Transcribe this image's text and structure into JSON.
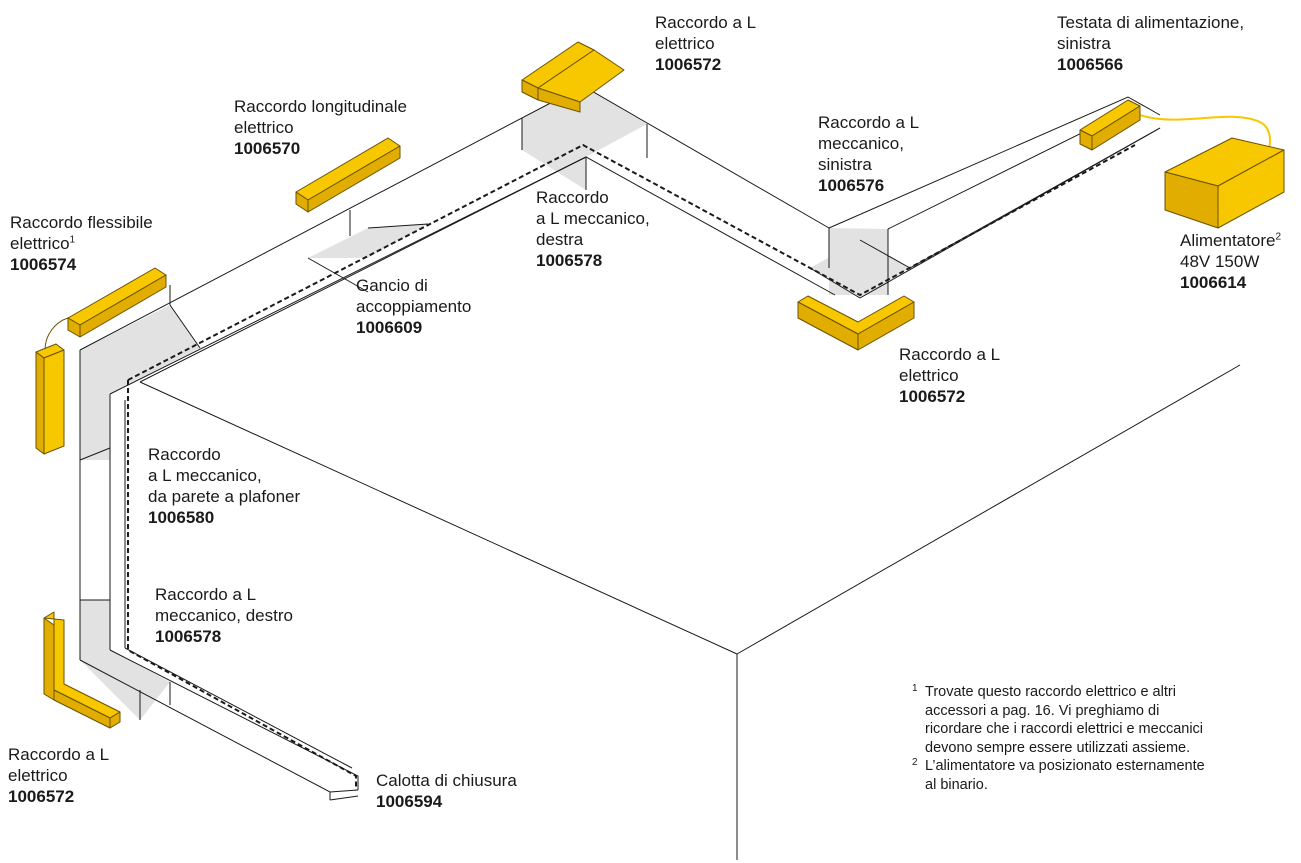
{
  "colors": {
    "accent": "#F7C700",
    "accent_outline": "#6b5200",
    "line": "#1a1a1a",
    "connector_fill": "#e2e2e2"
  },
  "labels": {
    "l_top_electric": {
      "lines": [
        "Raccordo a L",
        "elettrico"
      ],
      "code": "1006572"
    },
    "longitudinal": {
      "lines": [
        "Raccordo longitudinale",
        "elettrico"
      ],
      "code": "1006570"
    },
    "flexible": {
      "lines": [
        "Raccordo flessibile",
        "elettrico"
      ],
      "sup": "1",
      "code": "1006574"
    },
    "coupling": {
      "lines": [
        "Gancio di",
        "accoppiamento"
      ],
      "code": "1006609"
    },
    "l_mech_right_top": {
      "lines": [
        "Raccordo",
        "a L meccanico,",
        "destra"
      ],
      "code": "1006578"
    },
    "l_mech_left": {
      "lines": [
        "Raccordo a L",
        "meccanico,",
        "sinistra"
      ],
      "code": "1006576"
    },
    "feed_head": {
      "lines": [
        "Testata di alimentazione,",
        "sinistra"
      ],
      "code": "1006566"
    },
    "psu": {
      "lines": [
        "Alimentatore",
        "48V 150W"
      ],
      "sup": "2",
      "code": "1006614"
    },
    "l_electric_mid": {
      "lines": [
        "Raccordo a L",
        "elettrico"
      ],
      "code": "1006572"
    },
    "wall_ceiling": {
      "lines": [
        "Raccordo",
        "a L meccanico,",
        "da parete a plafoner"
      ],
      "code": "1006580"
    },
    "l_mech_right_bottom": {
      "lines": [
        "Raccordo a L",
        "meccanico, destro"
      ],
      "code": "1006578"
    },
    "l_electric_bottom": {
      "lines": [
        "Raccordo a L",
        "elettrico"
      ],
      "code": "1006572"
    },
    "end_cap": {
      "lines": [
        "Calotta di chiusura"
      ],
      "code": "1006594"
    }
  },
  "notes": [
    {
      "num": "1",
      "lines": [
        "Trovate questo raccordo elettrico e altri",
        "accessori a pag. 16. Vi preghiamo di",
        "ricordare che i raccordi elettrici e meccanici",
        "devono sempre essere utilizzati assieme."
      ]
    },
    {
      "num": "2",
      "lines": [
        "L’alimentatore va posizionato esternamente",
        "al binario."
      ]
    }
  ]
}
